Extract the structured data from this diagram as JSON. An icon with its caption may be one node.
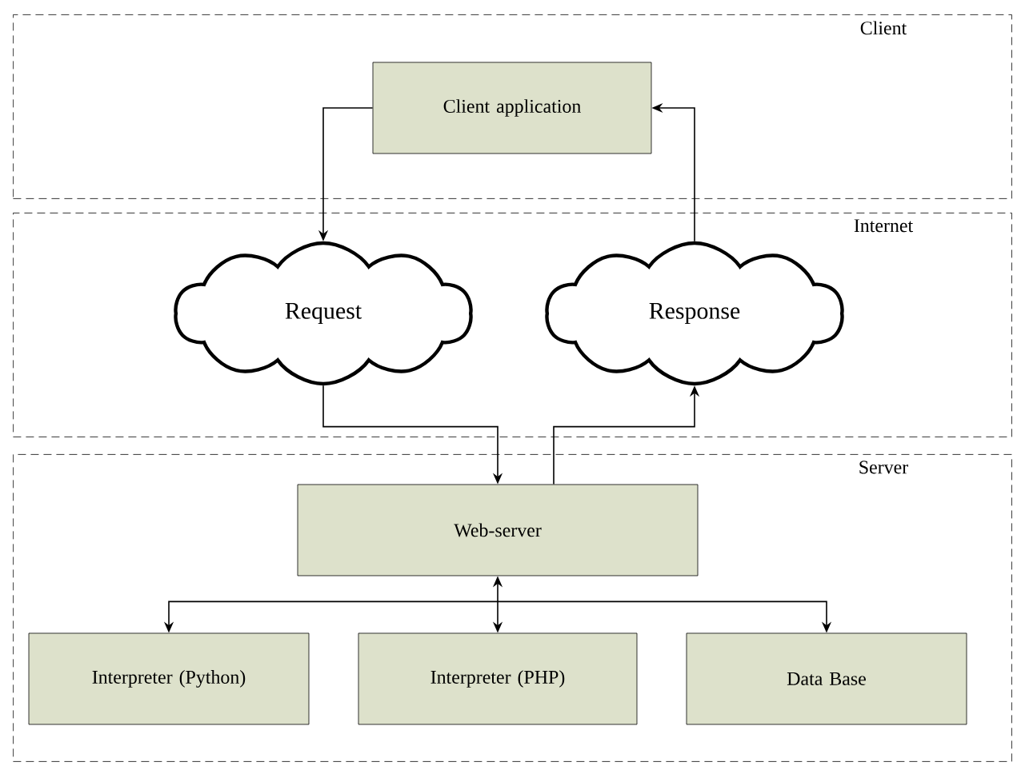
{
  "diagram": {
    "nodes": [
      {
        "text": [
          "Client"
        ]
      },
      {
        "text": [
          "Client application"
        ],
        "in": 0
      },
      {
        "text": [
          "Internet"
        ]
      },
      {
        "text": [
          "Request"
        ],
        "in": 2
      },
      {
        "text": [
          "Response"
        ],
        "in": 2
      },
      {
        "text": [
          "Server"
        ]
      },
      {
        "text": [
          "Web-server"
        ],
        "in": 5
      },
      {
        "text": [
          "Interpreter (Python)"
        ],
        "in": 5
      },
      {
        "text": [
          "Interpreter (PHP)"
        ],
        "in": 5
      },
      {
        "text": [
          "Data Base"
        ],
        "in": 5
      }
    ],
    "edges": [
      {
        "from": 1,
        "to": 3,
        "arrow": "to"
      },
      {
        "from": 3,
        "to": 6,
        "arrow": "to"
      },
      {
        "from": 6,
        "to": 4,
        "arrow": "to"
      },
      {
        "from": 4,
        "to": 1,
        "arrow": "to"
      },
      {
        "from": 6,
        "to": 7,
        "arrow": "both"
      },
      {
        "from": 6,
        "to": 8,
        "arrow": "both"
      },
      {
        "from": 6,
        "to": 9,
        "arrow": "both"
      }
    ]
  }
}
